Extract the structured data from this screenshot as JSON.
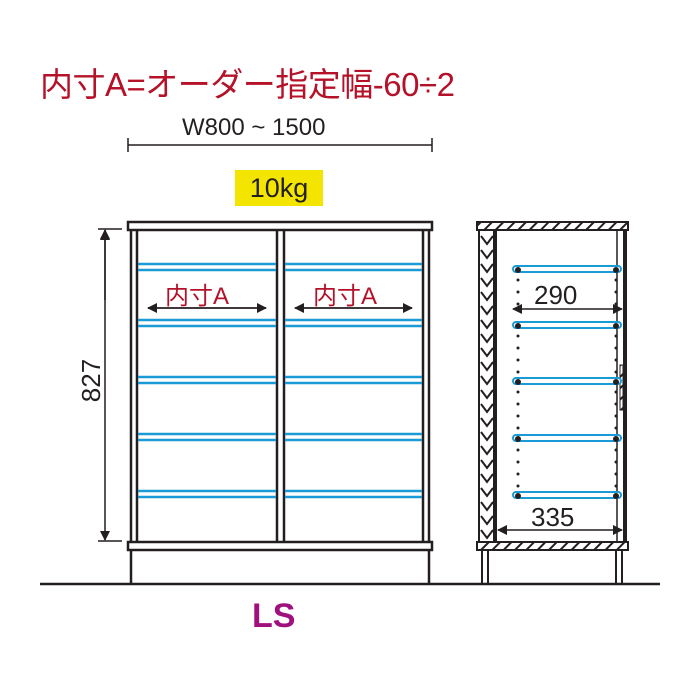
{
  "formula": "内寸A=オーダー指定幅-60÷2",
  "width_dimension": "W800 ~ 1500",
  "load_capacity": "10kg",
  "height_dimension": "827",
  "inner_width_labels": [
    "内寸A",
    "内寸A"
  ],
  "side_view": {
    "shelf_depth": "290",
    "overall_depth": "335"
  },
  "series_label": "LS",
  "colors": {
    "formula_red": "#b5122a",
    "shelf_blue": "#1a9ad6",
    "badge_yellow": "#f3e500",
    "series_purple": "#a0117e",
    "line_black": "#231f20"
  }
}
